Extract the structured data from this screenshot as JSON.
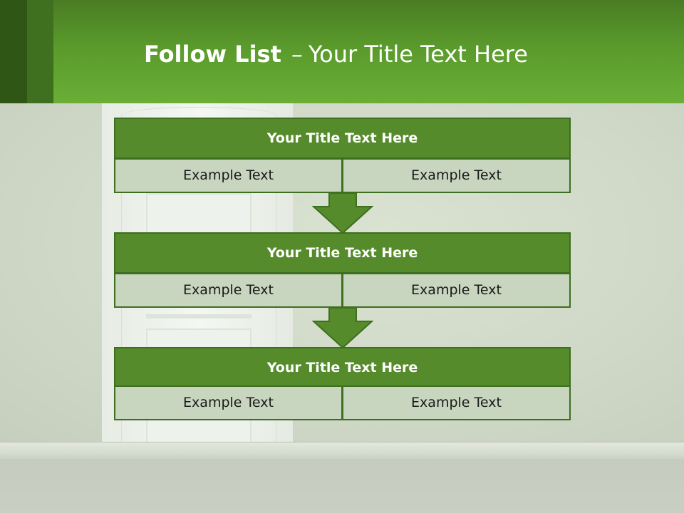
{
  "slide": {
    "title_bold": "Follow List",
    "title_separator": "–",
    "title_rest": "Your Title Text Here"
  },
  "flow": {
    "steps": [
      {
        "title": "Your Title Text Here",
        "left": "Example Text",
        "right": "Example Text"
      },
      {
        "title": "Your Title Text Here",
        "left": "Example Text",
        "right": "Example Text"
      },
      {
        "title": "Your Title Text Here",
        "left": "Example Text",
        "right": "Example Text"
      }
    ]
  },
  "colors": {
    "accent": "#558b2b",
    "border": "#3e6e1f",
    "cell": "#c8d6c0",
    "header_dark": "#2f5614"
  },
  "icons": {
    "connector": "down-arrow-icon"
  }
}
